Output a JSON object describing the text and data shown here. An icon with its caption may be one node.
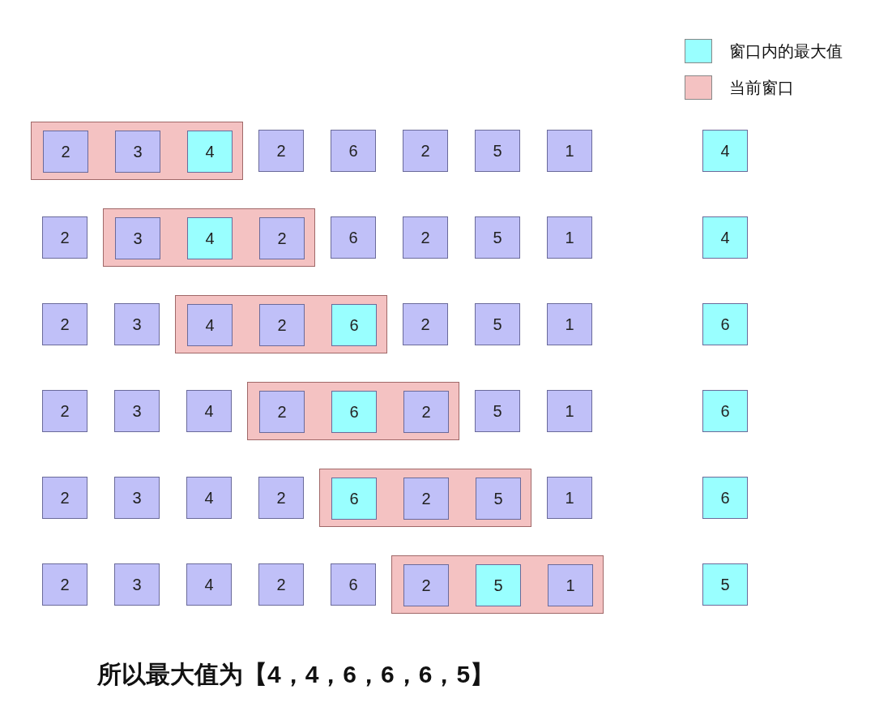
{
  "diagram": {
    "nodes": [
      {
        "text": [],
        "shape": "box"
      },
      {
        "text": [
          "2"
        ],
        "in": 0
      },
      {
        "text": [
          "3"
        ],
        "in": 0
      },
      {
        "text": [
          "4"
        ],
        "in": 0
      },
      {
        "text": [
          "2"
        ]
      },
      {
        "text": [
          "6"
        ]
      },
      {
        "text": [
          "2"
        ]
      },
      {
        "text": [
          "5"
        ]
      },
      {
        "text": [
          "1"
        ]
      },
      {
        "text": [
          "4"
        ]
      },
      {
        "text": [
          "2"
        ]
      },
      {
        "text": [],
        "shape": "box"
      },
      {
        "text": [
          "3"
        ],
        "in": 11
      },
      {
        "text": [
          "4"
        ],
        "in": 11
      },
      {
        "text": [
          "2"
        ],
        "in": 11
      },
      {
        "text": [
          "6"
        ]
      },
      {
        "text": [
          "2"
        ]
      },
      {
        "text": [
          "5"
        ]
      },
      {
        "text": [
          "1"
        ]
      },
      {
        "text": [
          "4"
        ]
      },
      {
        "text": [
          "2"
        ]
      },
      {
        "text": [
          "3"
        ]
      },
      {
        "text": [],
        "shape": "box"
      },
      {
        "text": [
          "4"
        ],
        "in": 22
      },
      {
        "text": [
          "2"
        ],
        "in": 22
      },
      {
        "text": [
          "6"
        ],
        "in": 22
      },
      {
        "text": [
          "2"
        ]
      },
      {
        "text": [
          "5"
        ]
      },
      {
        "text": [
          "1"
        ]
      },
      {
        "text": [
          "6"
        ]
      },
      {
        "text": [
          "2"
        ]
      },
      {
        "text": [
          "3"
        ]
      },
      {
        "text": [
          "4"
        ]
      },
      {
        "text": [],
        "shape": "box"
      },
      {
        "text": [
          "2"
        ],
        "in": 33
      },
      {
        "text": [
          "6"
        ],
        "in": 33
      },
      {
        "text": [
          "2"
        ],
        "in": 33
      },
      {
        "text": [
          "5"
        ]
      },
      {
        "text": [
          "1"
        ]
      },
      {
        "text": [
          "6"
        ]
      },
      {
        "text": [
          "2"
        ]
      },
      {
        "text": [
          "3"
        ]
      },
      {
        "text": [
          "4"
        ]
      },
      {
        "text": [
          "2"
        ]
      },
      {
        "text": [],
        "shape": "box"
      },
      {
        "text": [
          "6"
        ],
        "in": 44
      },
      {
        "text": [
          "2"
        ],
        "in": 44
      },
      {
        "text": [
          "5"
        ],
        "in": 44
      },
      {
        "text": [
          "1"
        ]
      },
      {
        "text": [
          "6"
        ]
      },
      {
        "text": [
          "2"
        ]
      },
      {
        "text": [
          "3"
        ]
      },
      {
        "text": [
          "4"
        ]
      },
      {
        "text": [
          "2"
        ]
      },
      {
        "text": [
          "6"
        ]
      },
      {
        "text": [],
        "shape": "box"
      },
      {
        "text": [
          "2"
        ],
        "in": 55
      },
      {
        "text": [
          "5"
        ],
        "in": 55
      },
      {
        "text": [
          "1"
        ],
        "in": 55
      },
      {
        "text": [
          "5"
        ]
      }
    ],
    "labels": [
      "所以最大值为【4，4，6，6，6，5】"
    ],
    "legend": [
      {
        "text": "窗口内的最大值",
        "color": "#99ffff"
      },
      {
        "text": "当前窗口",
        "color": "#f4c2c2"
      }
    ]
  }
}
